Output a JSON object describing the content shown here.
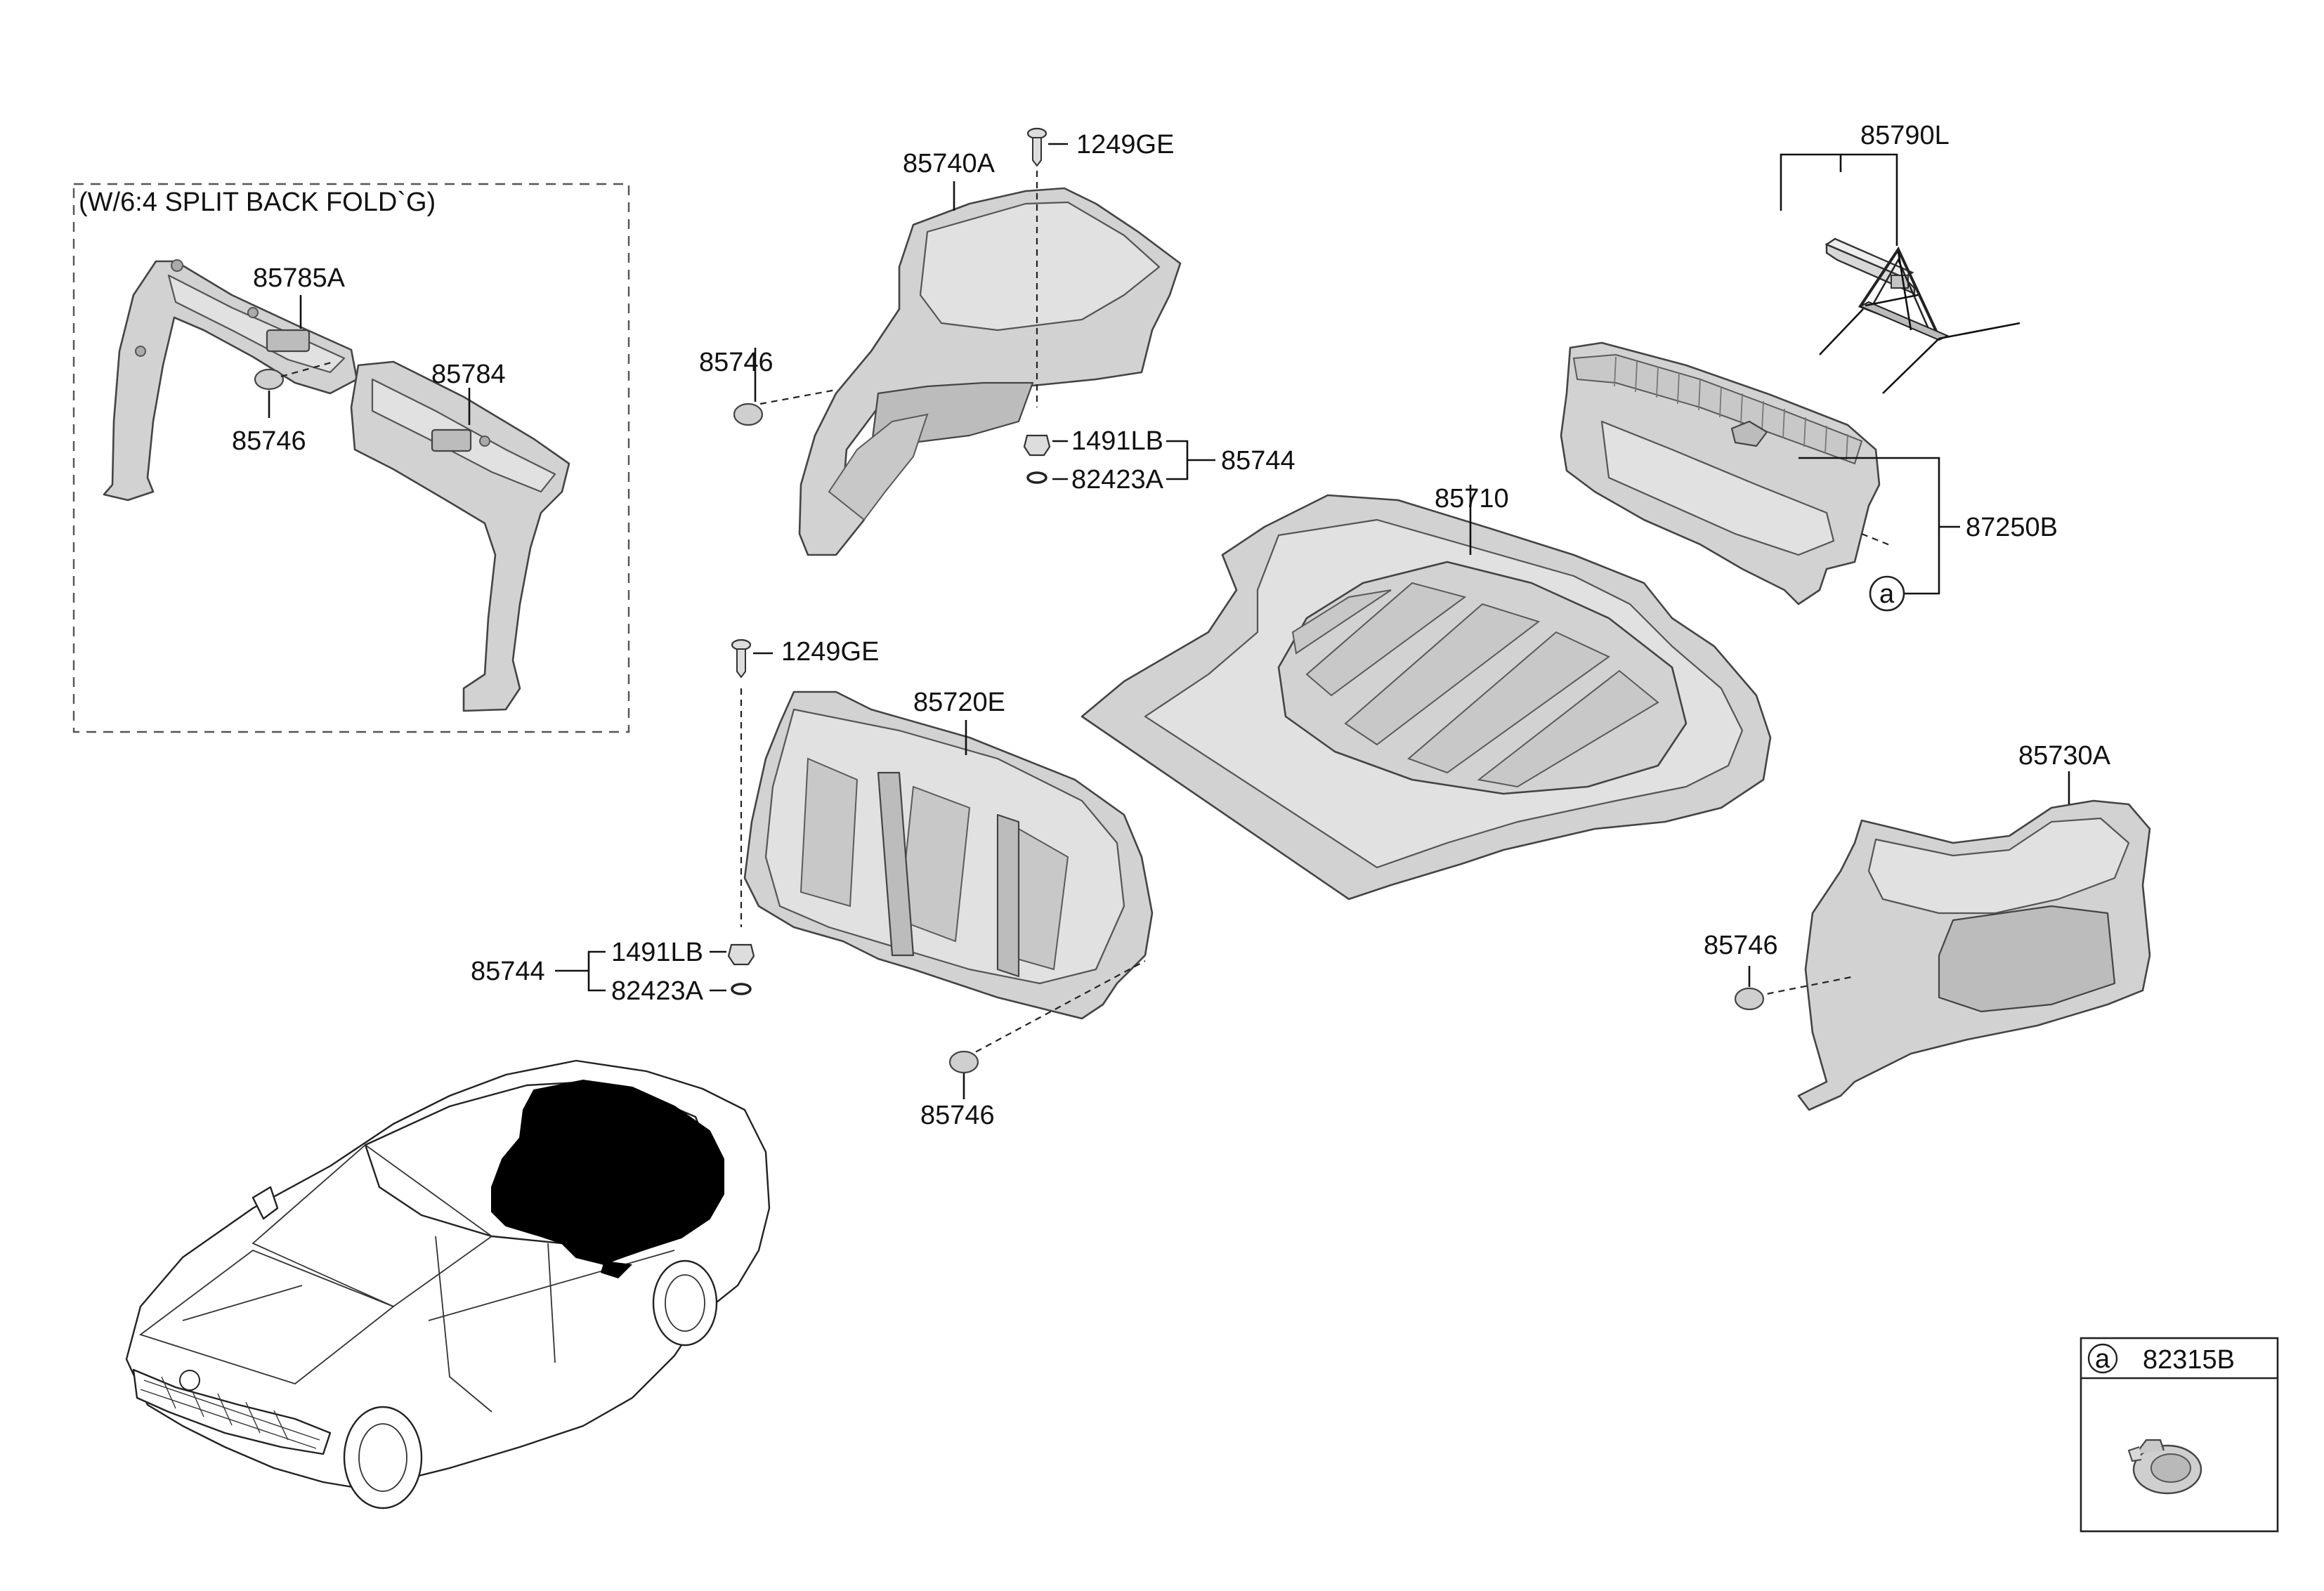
{
  "diagram": {
    "option_note": "(W/6:4 SPLIT BACK FOLD`G)",
    "labels": {
      "p85785A": "85785A",
      "p85784": "85784",
      "p85746_inset": "85746",
      "p85740A": "85740A",
      "p1249GE_top": "1249GE",
      "p85746_top": "85746",
      "p1491LB_top": "1491LB",
      "p82423A_top": "82423A",
      "p85744_top": "85744",
      "p85790L": "85790L",
      "p85710": "85710",
      "p87250B": "87250B",
      "p1249GE_mid": "1249GE",
      "p85720E": "85720E",
      "p85744_mid": "85744",
      "p1491LB_mid": "1491LB",
      "p82423A_mid": "82423A",
      "p85746_bottom": "85746",
      "p85730A": "85730A",
      "p85746_right": "85746"
    },
    "callout_a": "a",
    "legend": {
      "symbol": "a",
      "part": "82315B"
    }
  }
}
